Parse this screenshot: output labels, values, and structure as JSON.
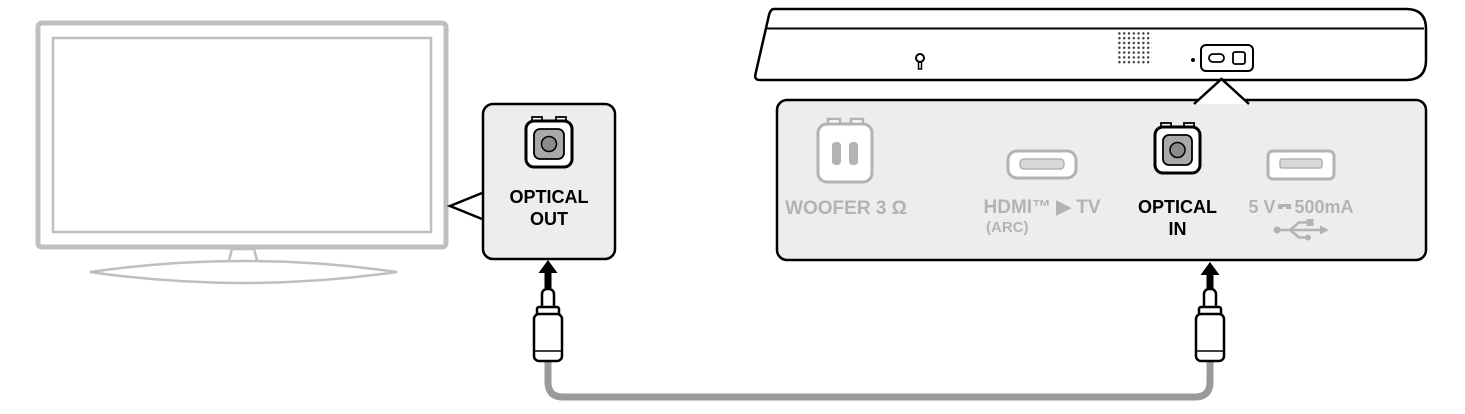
{
  "colors": {
    "tv_outline": "#bfbfbf",
    "panel_fill": "#ededed",
    "panel_border": "#000000",
    "inactive_label_gray": "#b3b3b3",
    "active_label_black": "#000000",
    "cable_gray": "#9a9a9a"
  },
  "optical_out_callout": {
    "line1": "OPTICAL",
    "line2": "OUT"
  },
  "rear_panel": {
    "woofer": {
      "label": "WOOFER 3 Ω"
    },
    "hdmi": {
      "label": "HDMI™ ▶ TV",
      "sublabel": "(ARC)"
    },
    "optical_in": {
      "line1": "OPTICAL",
      "line2": "IN"
    },
    "usb": {
      "label_prefix": "5 V",
      "label_suffix": "500mA"
    }
  },
  "icons": {
    "optical_port": "rounded square TOSLINK port with inner socket and circle",
    "woofer_port": "rounded square connector with two vertical slots",
    "hdmi_port": "wide HDMI slot",
    "usb_port": "wide USB-A slot",
    "usb_symbol": "usb trident",
    "dc_symbol": "solid line over dashed line",
    "up_arrow": "solid black arrow pointing up",
    "cable_plug": "optical cable plug"
  }
}
